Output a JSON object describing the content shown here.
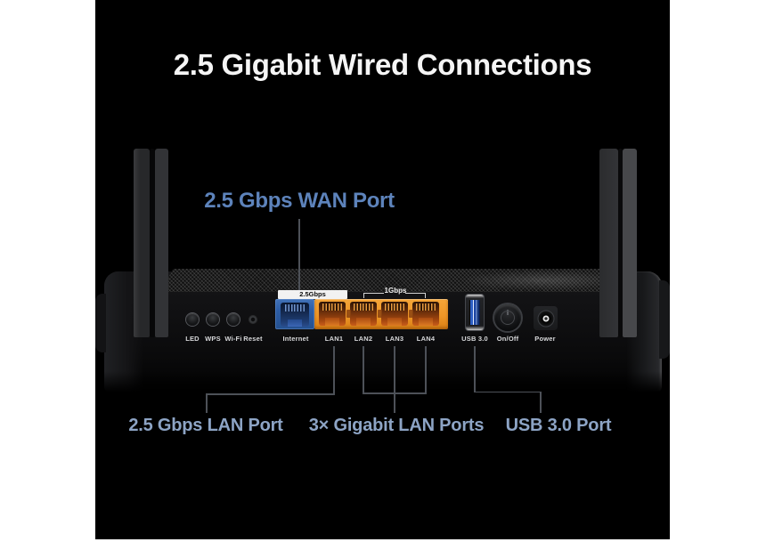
{
  "page": {
    "background": "#ffffff",
    "canvas_background": "#000000"
  },
  "title": "2.5 Gigabit Wired Connections",
  "callouts": {
    "wan": "2.5 Gbps WAN Port",
    "lan25": "2.5 Gbps LAN Port",
    "gigabit_lan": "3× Gigabit LAN Ports",
    "usb": "USB 3.0 Port"
  },
  "router": {
    "port_labels": [
      "LED",
      "WPS",
      "Wi-Fi",
      "Reset",
      "Internet",
      "LAN1",
      "LAN2",
      "LAN3",
      "LAN4",
      "USB 3.0",
      "On/Off",
      "Power"
    ],
    "speed_badges": {
      "wan_lan1": "2.5Gbps",
      "lan234": "1Gbps"
    },
    "colors": {
      "wan_port_blue": "#2d5da6",
      "lan_port_orange": "#ee9627",
      "usb_inner_blue": "#2d5fc4",
      "wan_callout_text": "#5d83bb",
      "bottom_callout_text": "#8da4c5",
      "panel_label_text": "#d6d7d9"
    }
  }
}
